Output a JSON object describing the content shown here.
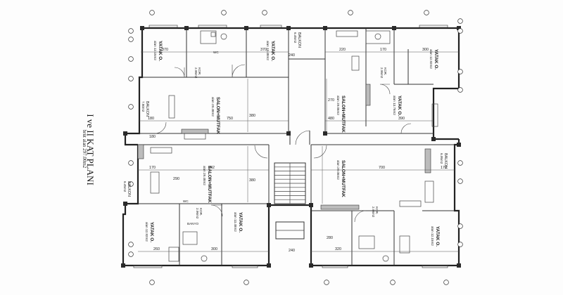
{
  "title": "I ve II KAT PLANI",
  "subtitle": "brüt alan 297.00m2",
  "rooms": [
    {
      "id": "r1",
      "name": "YATAK O.",
      "area": "alan 12.15m2"
    },
    {
      "id": "r2",
      "name": "YATAK O.",
      "area": "alan 13.48m2"
    },
    {
      "id": "r3",
      "name": "BALKON",
      "area": "6.45m2"
    },
    {
      "id": "r4",
      "name": "YATAK O.",
      "area": "alan 12.92m2"
    },
    {
      "id": "r5",
      "name": "BALKON",
      "area": "7.80m2"
    },
    {
      "id": "r6",
      "name": "SALON+MUTFAK",
      "area": "alan 29.48m2"
    },
    {
      "id": "r7",
      "name": "SALON+MUTFAK",
      "area": "alan 29.06m2"
    },
    {
      "id": "r8",
      "name": "YATAK O.",
      "area": "alan 13.76m2"
    },
    {
      "id": "r9",
      "name": "BALKON",
      "area": "6.95m2"
    },
    {
      "id": "r10",
      "name": "SALON+MUTFAK",
      "area": "alan 29.48m2"
    },
    {
      "id": "r11",
      "name": "SALON+MUTFAK",
      "area": "alan 29.06m2"
    },
    {
      "id": "r12",
      "name": "BALKON",
      "area": "6.45m2"
    },
    {
      "id": "r13",
      "name": "YATAK O.",
      "area": "alan 12.92m2"
    },
    {
      "id": "r14",
      "name": "YATAK O.",
      "area": "alan 13.48m2"
    },
    {
      "id": "r15",
      "name": "YATAK O.",
      "area": "alan 12.15m2"
    },
    {
      "id": "r16",
      "name": "KOR.",
      "area": "2.96m2"
    },
    {
      "id": "r17",
      "name": "KOR.",
      "area": "2.96m2"
    },
    {
      "id": "r18",
      "name": "KOR.",
      "area": "2.96m2"
    },
    {
      "id": "r19",
      "name": "KOR.",
      "area": "2.96m2"
    }
  ],
  "dims": {
    "d1": "370",
    "d2": "370",
    "d3": "240",
    "d4": "220",
    "d5": "170",
    "d6": "300",
    "d7": "750",
    "d8": "480",
    "d9": "390",
    "d10": "180",
    "d11": "170",
    "d12": "742",
    "d13": "700",
    "d14": "170",
    "d15": "260",
    "d16": "300",
    "d17": "380",
    "d18": "380",
    "d19": "290",
    "d20": "240",
    "d21": "320",
    "d22": "280",
    "d23": "270",
    "d24": "180"
  },
  "labels": {
    "wc": "WC",
    "banyo": "BANYO"
  }
}
